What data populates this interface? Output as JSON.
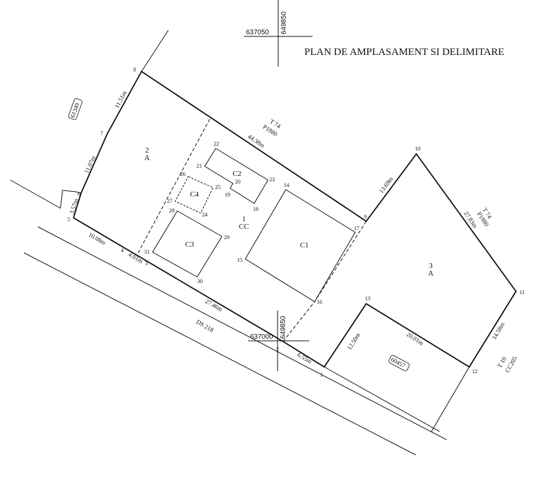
{
  "title": "PLAN DE AMPLASAMENT SI DELIMITARE",
  "grid_marks": [
    {
      "x_label": "637050",
      "y_label": "649850"
    },
    {
      "x_label": "637000",
      "y_label": "649850"
    }
  ],
  "parcels": [
    {
      "number": "1",
      "category": "CC"
    },
    {
      "number": "2",
      "category": "A"
    },
    {
      "number": "3",
      "category": "A"
    }
  ],
  "buildings": [
    "C1",
    "C2",
    "C3",
    "C4"
  ],
  "neighbors": {
    "left_cadastral": "61349",
    "bottom_cadastral": "60457",
    "top_label_1": "T 74",
    "top_label_2": "P1880",
    "right_label_1": "T 74",
    "right_label_2": "P1880",
    "bottom_right_1": "T 10",
    "bottom_right_2": "CC205",
    "road": "DS 218"
  },
  "dimensions": {
    "d8_7": "11.51m",
    "d7_6": "11.07m",
    "d6_5": "3.57m",
    "d5_4": "10.08m",
    "d4_3": "4.01m",
    "d3_2": "27.46m",
    "d2_1": "6.55m",
    "d8_9": "44.38m",
    "d9_10": "13.69m",
    "d10_11": "27.83m",
    "d11_12": "14.58m",
    "d12_13": "20.01m",
    "d13_1": "12.50m"
  },
  "points": [
    "1",
    "2",
    "3",
    "4",
    "5",
    "6",
    "7",
    "8",
    "9",
    "10",
    "11",
    "12",
    "13",
    "14",
    "15",
    "16",
    "17",
    "18",
    "19",
    "20",
    "21",
    "22",
    "23",
    "24",
    "25",
    "26",
    "27",
    "28",
    "29",
    "30",
    "31"
  ]
}
